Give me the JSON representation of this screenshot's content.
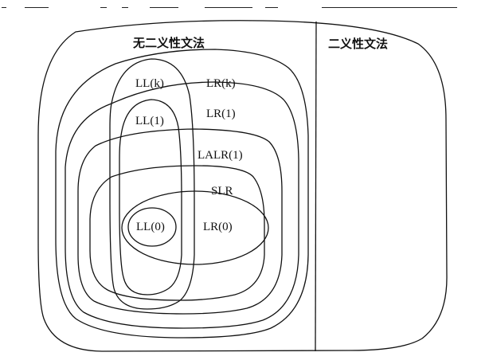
{
  "diagram": {
    "type": "nested-set-diagram",
    "stroke_color": "#111111",
    "background": "#ffffff",
    "regions": {
      "unambiguous": {
        "label": "无二义性文法"
      },
      "ambiguous": {
        "label": "二义性文法"
      }
    },
    "sets": [
      {
        "id": "lrk",
        "label": "LR(k)"
      },
      {
        "id": "lr1",
        "label": "LR(1)"
      },
      {
        "id": "lalr1",
        "label": "LALR(1)"
      },
      {
        "id": "slr",
        "label": "SLR"
      },
      {
        "id": "lr0",
        "label": "LR(0)"
      },
      {
        "id": "llk",
        "label": "LL(k)"
      },
      {
        "id": "ll1",
        "label": "LL(1)"
      },
      {
        "id": "ll0",
        "label": "LL(0)"
      }
    ]
  }
}
